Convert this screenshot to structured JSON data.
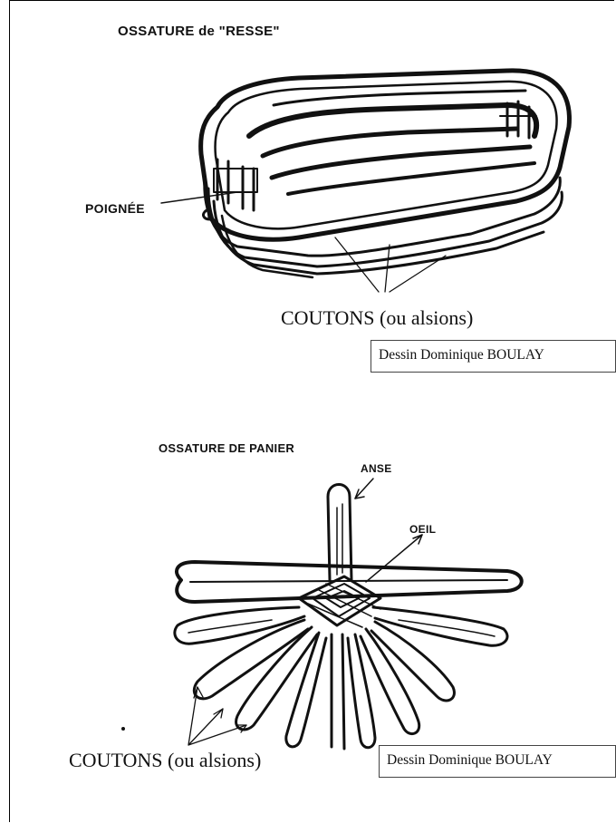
{
  "top_diagram": {
    "title": "OSSATURE de \"RESSE\"",
    "label_handle": "POIGNÉE",
    "label_ribs": "COUTONS (ou alsions)",
    "credit": "Dessin Dominique BOULAY"
  },
  "bottom_diagram": {
    "title": "OSSATURE DE PANIER",
    "label_handle": "ANSE",
    "label_eye": "OEIL",
    "label_ribs": "COUTONS (ou alsions)",
    "credit": "Dessin Dominique BOULAY"
  }
}
